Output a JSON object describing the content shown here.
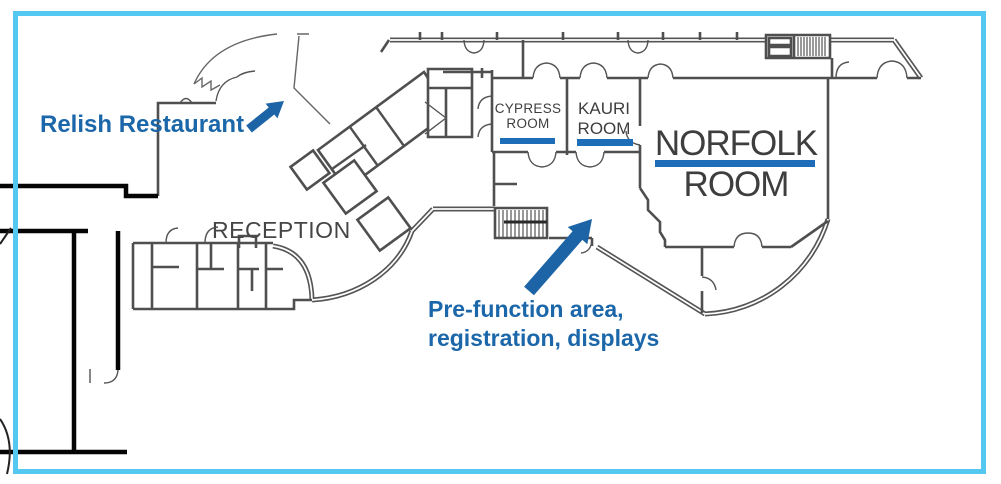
{
  "plan": {
    "rooms": [
      {
        "id": "cypress-room",
        "line1": "CYPRESS",
        "line2": "ROOM"
      },
      {
        "id": "kauri-room",
        "line1": "KAURI",
        "line2": "ROOM"
      },
      {
        "id": "norfolk-room",
        "line1": "NORFOLK",
        "line2": "ROOM"
      }
    ],
    "areas": [
      {
        "id": "reception",
        "label": "RECEPTION"
      }
    ],
    "annotations": [
      {
        "id": "relish-restaurant",
        "label": "Relish Restaurant"
      },
      {
        "id": "pre-function",
        "line1": "Pre-function area,",
        "line2": "registration, displays"
      }
    ]
  },
  "colors": {
    "annotation_blue": "#1b67a9",
    "room_underline_blue": "#1d6db8",
    "frame_blue": "#55c8f2",
    "wall_gray": "#4f4f4f",
    "wall_black": "#000000",
    "room_label_gray": "#3e3e3e"
  }
}
